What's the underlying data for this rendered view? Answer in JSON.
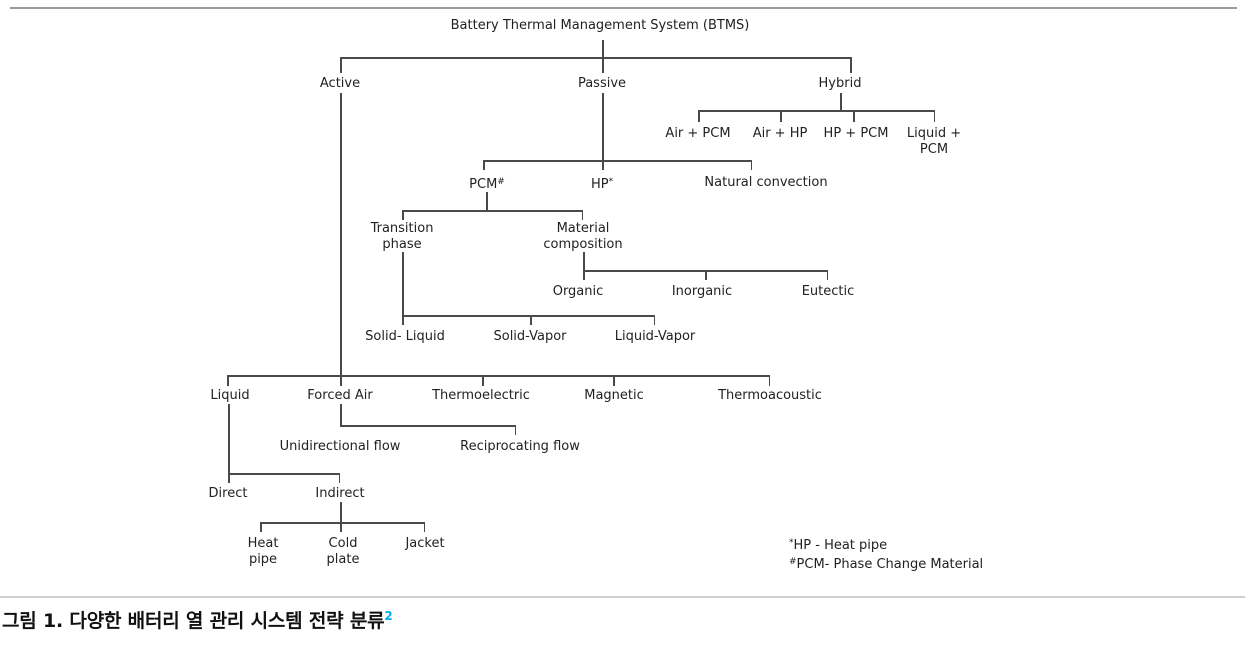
{
  "figure": {
    "caption": {
      "text": "그림 1. 다양한 배터리 열 관리 시스템 전략 분류",
      "superscript": "2",
      "superscript_color": "#00AEEF"
    },
    "footnotes": [
      {
        "sup": "*",
        "text": "HP - Heat pipe"
      },
      {
        "sup": "#",
        "text": "PCM- Phase Change Material"
      }
    ]
  },
  "colors": {
    "diagram_line": "#4a4a4a",
    "diagram_text": "#222222",
    "top_rule": "#9b9b9b",
    "bottom_rule": "#cfcfcf",
    "caption_superscript": "#00AEEF"
  },
  "tree": {
    "nodes": {
      "btms": "Battery Thermal Management System (BTMS)",
      "active": "Active",
      "passive": "Passive",
      "hybrid": "Hybrid",
      "air_pcm": "Air + PCM",
      "air_hp": "Air + HP",
      "hp_pcm": "HP + PCM",
      "liquid_pcm": "Liquid +\nPCM",
      "pcm": {
        "main": "PCM",
        "sup": "#"
      },
      "hp": {
        "main": "HP",
        "sup": "*"
      },
      "natural_convection": "Natural convection",
      "transition_phase": "Transition\nphase",
      "material_composition": "Material\ncomposition",
      "organic": "Organic",
      "inorganic": "Inorganic",
      "eutectic": "Eutectic",
      "solid_liquid": "Solid- Liquid",
      "solid_vapor": "Solid-Vapor",
      "liquid_vapor": "Liquid-Vapor",
      "liquid": "Liquid",
      "forced_air": "Forced Air",
      "thermoelectric": "Thermoelectric",
      "magnetic": "Magnetic",
      "thermoacoustic": "Thermoacoustic",
      "unidirectional_flow": "Unidirectional flow",
      "reciprocating_flow": "Reciprocating flow",
      "direct": "Direct",
      "indirect": "Indirect",
      "heat_pipe": "Heat\npipe",
      "cold_plate": "Cold\nplate",
      "jacket": "Jacket"
    }
  }
}
